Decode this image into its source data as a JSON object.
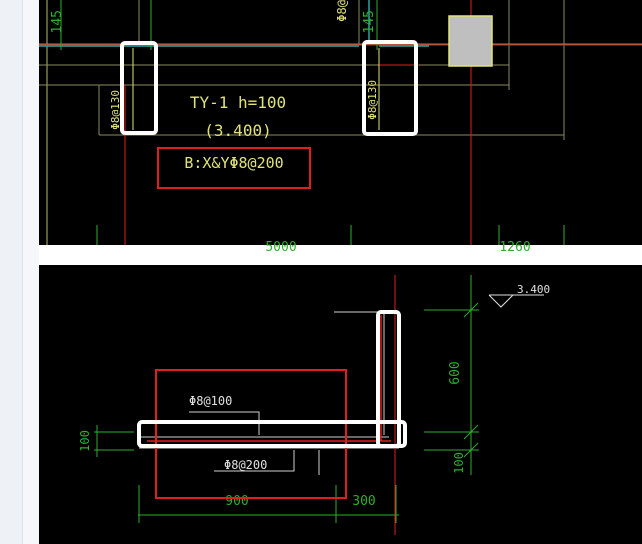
{
  "colors": {
    "bg": "#000000",
    "yellow": "#e2e27a",
    "green": "#2fae2f",
    "red": "#e11e1e",
    "cyan": "#2aa7a7",
    "white_box": "#ffffff",
    "grey": "#bfbfbf"
  },
  "panel_top": {
    "dim_145_a": "145",
    "dim_145_b": "145",
    "top_label": "Φ8@",
    "rebar_left": "Φ8@130",
    "rebar_right": "Φ8@130",
    "slab_name": "TY-1  h=100",
    "slab_level": "(3.400)",
    "reinforcement_note": "B:X&YΦ8@200",
    "dim_bottom_a": "5000",
    "dim_bottom_b": "1260"
  },
  "panel_bottom": {
    "elevation": "3.400",
    "top_bar": "Φ8@100",
    "bottom_bar": "Φ8@200",
    "dim_vertical_600": "600",
    "dim_vertical_100_left": "100",
    "dim_vertical_100_right": "100",
    "dim_h_900": "900",
    "dim_h_300": "300"
  }
}
